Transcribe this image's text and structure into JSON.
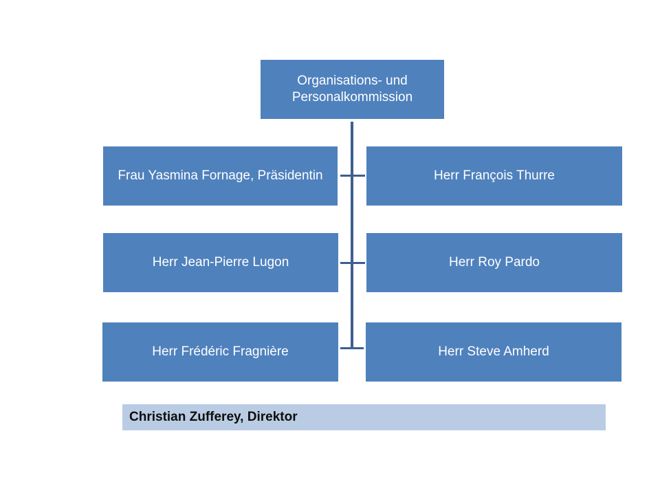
{
  "org_chart": {
    "root": {
      "line1": "Organisations- und",
      "line2": "Personalkommission"
    },
    "members": [
      {
        "label": "Frau Yasmina Fornage, Präsidentin"
      },
      {
        "label": "Herr François Thurre"
      },
      {
        "label": "Herr Jean-Pierre Lugon"
      },
      {
        "label": "Herr Roy Pardo"
      },
      {
        "label": "Herr Frédéric Fragnière"
      },
      {
        "label": "Herr Steve Amherd"
      }
    ],
    "director": "Christian Zufferey, Direktor"
  },
  "colors": {
    "box_fill": "#4f81bd",
    "connector": "#3e5f8f",
    "director_fill": "#b9cce4"
  }
}
